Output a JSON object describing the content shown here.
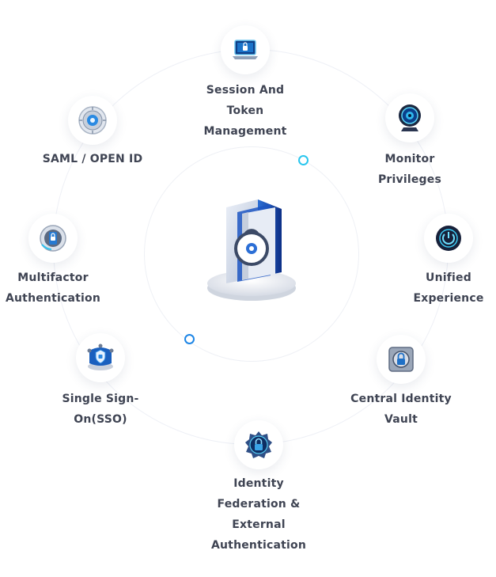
{
  "center": {
    "icon": "identity-vault-lock-folder-icon"
  },
  "nodes": [
    {
      "id": "session",
      "icon": "laptop-lock-icon",
      "label_lines": [
        "Session And",
        "Token",
        "Management"
      ]
    },
    {
      "id": "monitor",
      "icon": "webcam-monitor-icon",
      "label_lines": [
        "Monitor",
        "Privileges"
      ]
    },
    {
      "id": "unified",
      "icon": "power-button-icon",
      "label_lines": [
        "Unified",
        "Experience"
      ]
    },
    {
      "id": "vault",
      "icon": "safe-lock-icon",
      "label_lines": [
        "Central Identity",
        "Vault"
      ]
    },
    {
      "id": "federation",
      "icon": "gear-lock-icon",
      "label_lines": [
        "Identity",
        "Federation &",
        "External",
        "Authentication"
      ]
    },
    {
      "id": "sso",
      "icon": "network-shield-icon",
      "label_lines": [
        "Single Sign-",
        "On(SSO)"
      ]
    },
    {
      "id": "mfa",
      "icon": "phone-lock-icon",
      "label_lines": [
        "Multifactor",
        "Authentication"
      ]
    },
    {
      "id": "saml",
      "icon": "id-badge-icon",
      "label_lines": [
        "SAML / OPEN ID"
      ]
    }
  ],
  "colors": {
    "accent_blue": "#1e86e6",
    "accent_cyan": "#29c6ee",
    "text": "#3f4453"
  }
}
